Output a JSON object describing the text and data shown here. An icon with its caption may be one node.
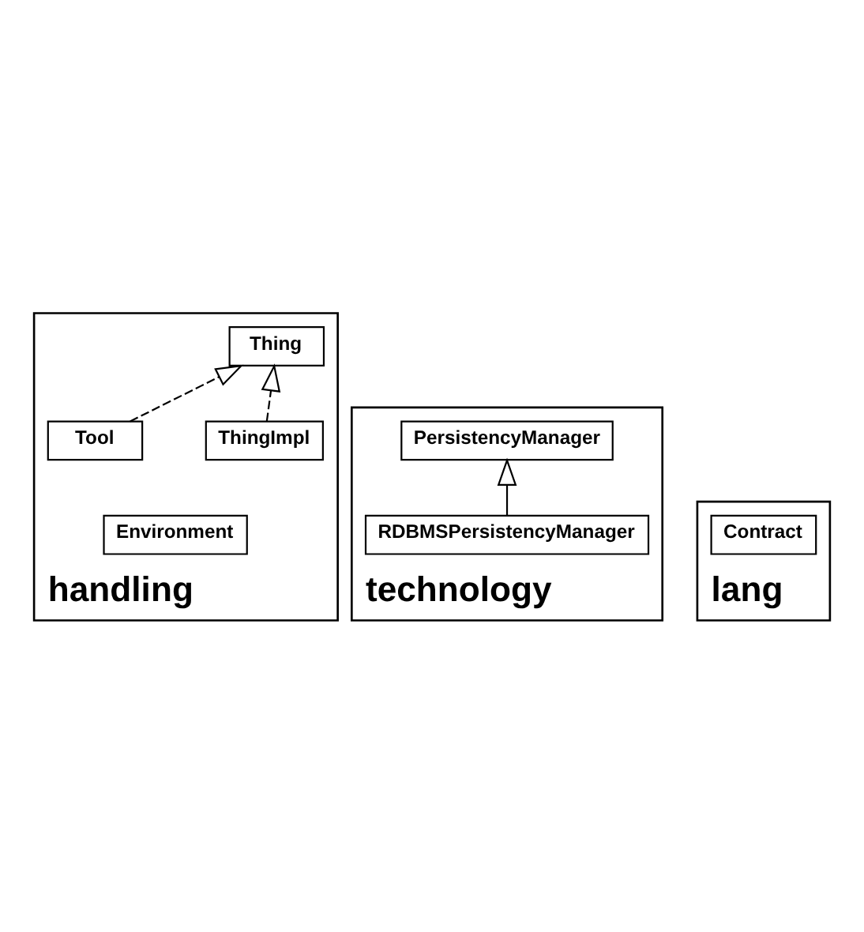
{
  "diagram": {
    "nodes": [
      {
        "text": [
          "handling"
        ]
      },
      {
        "text": [
          "Thing"
        ],
        "in": 0
      },
      {
        "text": [
          "Environment"
        ],
        "in": 0
      },
      {
        "text": [
          "ThingImpl"
        ],
        "in": 0
      },
      {
        "text": [
          "Tool"
        ],
        "in": 0
      },
      {
        "text": [
          "technology"
        ]
      },
      {
        "text": [
          "PersistencyManager"
        ],
        "in": 5
      },
      {
        "text": [
          "RDBMSPersistencyManager"
        ],
        "in": 5
      },
      {
        "text": [
          "lang"
        ]
      },
      {
        "text": [
          "Contract"
        ],
        "in": 8
      }
    ],
    "edges": [
      {
        "from": 3,
        "to": 1,
        "arrow": "to",
        "style": "dashed"
      },
      {
        "from": 4,
        "to": 1,
        "arrow": "to",
        "style": "dashed"
      },
      {
        "from": 7,
        "to": 6,
        "arrow": "to"
      }
    ]
  }
}
